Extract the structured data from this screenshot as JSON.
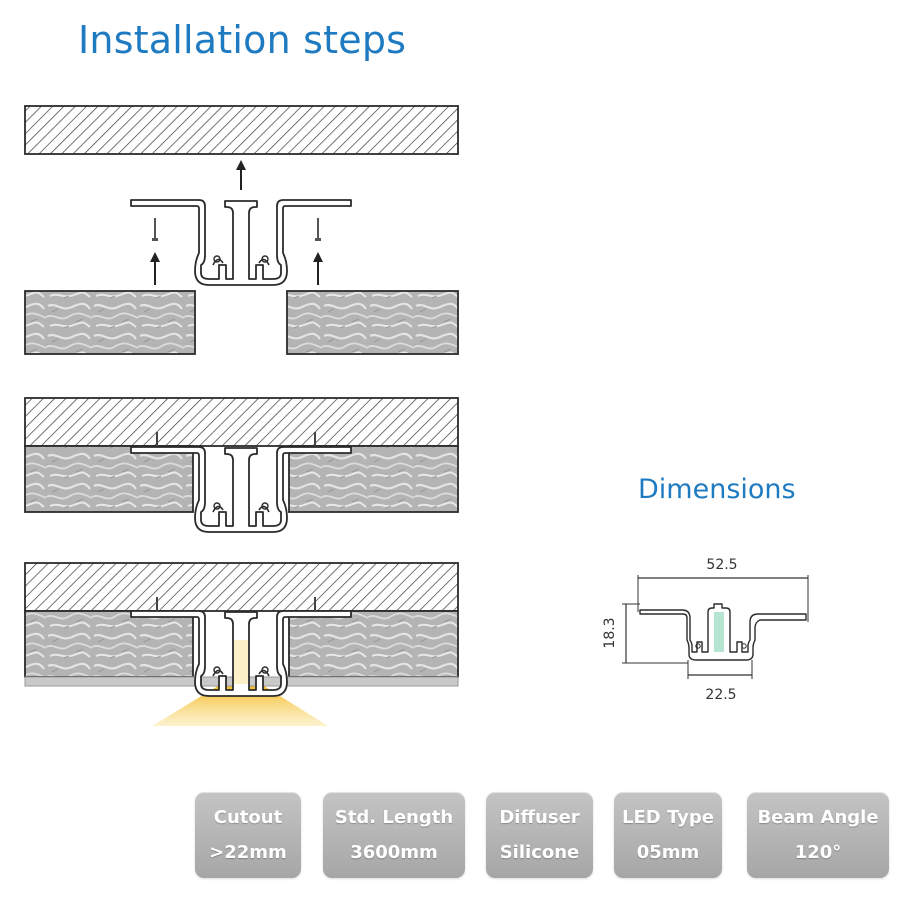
{
  "page_title": "Installation steps",
  "dimensions": {
    "title": "Dimensions",
    "width_top": "52.5",
    "height": "18.3",
    "width_bottom": "22.5"
  },
  "colors": {
    "title_blue": "#1f7bc1",
    "badge_gray": "#b3b3b3",
    "light_yellow": "#f5c030",
    "diffuser_green": "#a8e0c8"
  },
  "specs": [
    {
      "label": "Cutout",
      "value": ">22mm"
    },
    {
      "label": "Std. Length",
      "value": "3600mm"
    },
    {
      "label": "Diffuser",
      "value": "Silicone"
    },
    {
      "label": "LED Type",
      "value": "05mm"
    },
    {
      "label": "Beam Angle",
      "value": "120°"
    }
  ]
}
